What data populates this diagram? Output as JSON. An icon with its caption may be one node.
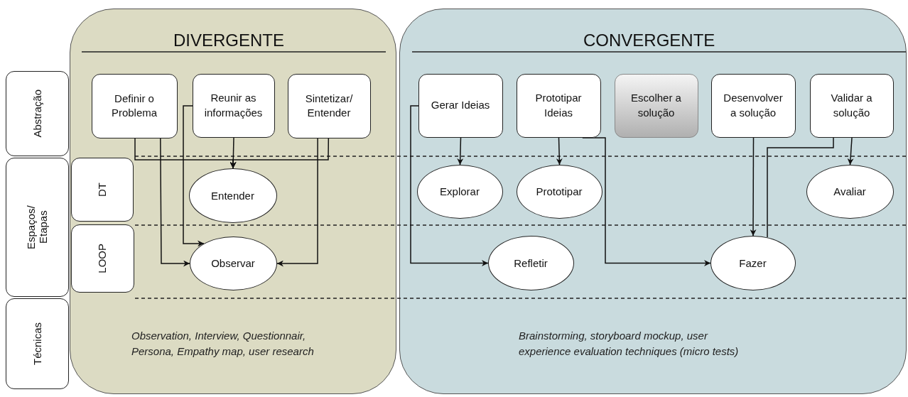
{
  "diagram": {
    "nodes": [
      {
        "text": [
          "DIVERGENTE"
        ]
      },
      {
        "text": [
          "CONVERGENTE"
        ]
      },
      {
        "text": [
          "Abstração"
        ]
      },
      {
        "text": [
          "Espaços/ Etapas"
        ]
      },
      {
        "text": [
          "Técnicas"
        ]
      },
      {
        "text": [
          "DT"
        ],
        "in": 0
      },
      {
        "text": [
          "LOOP"
        ],
        "in": 0
      },
      {
        "text": [
          "Definir o Problema"
        ],
        "in": 0
      },
      {
        "text": [
          "Reunir as informações"
        ],
        "in": 0
      },
      {
        "text": [
          "Sintetizar/ Entender"
        ],
        "in": 0
      },
      {
        "text": [
          "Entender"
        ],
        "in": 0
      },
      {
        "text": [
          "Observar"
        ],
        "in": 0
      },
      {
        "text": [
          "Gerar Ideias"
        ],
        "in": 1
      },
      {
        "text": [
          "Prototipar Ideias"
        ],
        "in": 1
      },
      {
        "text": [
          "Escolher a solução"
        ],
        "in": 1
      },
      {
        "text": [
          "Desenvolver a solução"
        ],
        "in": 1
      },
      {
        "text": [
          "Validar a solução"
        ],
        "in": 1
      },
      {
        "text": [
          "Explorar"
        ],
        "in": 1
      },
      {
        "text": [
          "Prototipar"
        ],
        "in": 1
      },
      {
        "text": [
          "Avaliar"
        ],
        "in": 1
      },
      {
        "text": [
          "Refletir"
        ],
        "in": 1
      },
      {
        "text": [
          "Fazer"
        ],
        "in": 1
      }
    ],
    "edges": [
      {
        "from": 7,
        "to": 10,
        "arrow": "to"
      },
      {
        "from": 8,
        "to": 10,
        "arrow": "to"
      },
      {
        "from": 9,
        "to": 10,
        "arrow": "to"
      },
      {
        "from": 7,
        "to": 11,
        "arrow": "to"
      },
      {
        "from": 8,
        "to": 11,
        "arrow": "to"
      },
      {
        "from": 9,
        "to": 11,
        "arrow": "to"
      },
      {
        "from": 12,
        "to": 20,
        "arrow": "to"
      },
      {
        "from": 12,
        "to": 17,
        "arrow": "to"
      },
      {
        "from": 13,
        "to": 18,
        "arrow": "to"
      },
      {
        "from": 13,
        "to": 21,
        "arrow": "to"
      },
      {
        "from": 15,
        "to": 21,
        "arrow": "to"
      },
      {
        "from": 21,
        "to": 16,
        "arrow": "none"
      },
      {
        "from": 16,
        "to": 19,
        "arrow": "to"
      }
    ],
    "labels": [
      "Observation, Interview, Questionnair, Persona, Empathy map, user research",
      "Brainstorming, storyboard mockup, user experience evaluation techniques (micro tests)"
    ]
  }
}
